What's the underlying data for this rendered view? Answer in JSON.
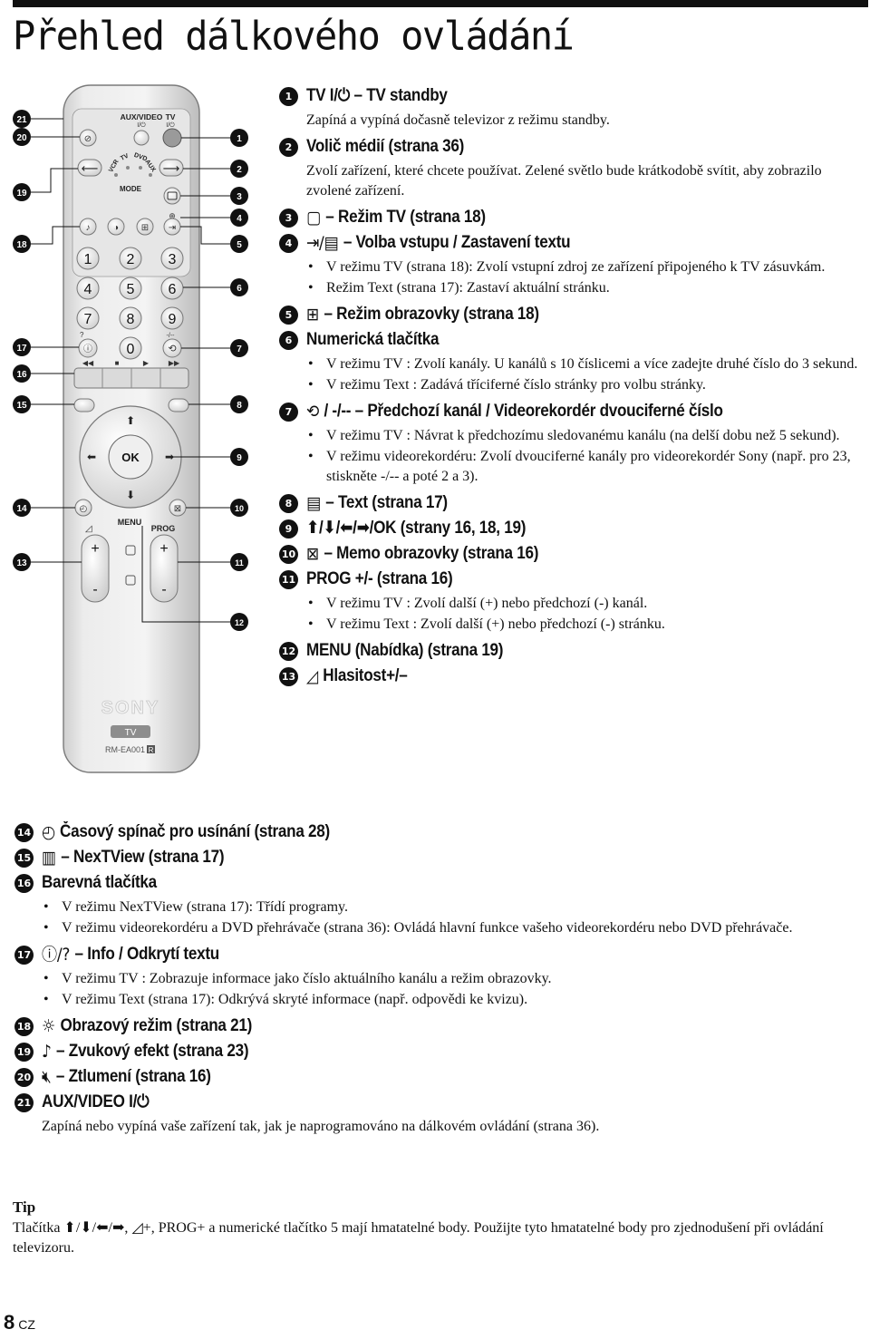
{
  "page": {
    "title": "Přehled dálkového ovládání",
    "page_number": "8",
    "language": "CZ"
  },
  "remote": {
    "brand": "SONY",
    "model_label": "TV",
    "model_code": "RM-EA001",
    "model_badge": "R",
    "labels": {
      "aux_video": "AUX/VIDEO",
      "tv": "TV",
      "mode": "MODE",
      "menu": "MENU",
      "prog": "PROG",
      "ok": "OK",
      "plus": "+",
      "minus": "-",
      "av_double": "-/--",
      "power_symbol": "I/⏻",
      "media": [
        "VCR",
        "TV",
        "DVD",
        "AUX"
      ]
    },
    "digits": [
      "1",
      "2",
      "3",
      "4",
      "5",
      "6",
      "7",
      "8",
      "9",
      "0"
    ],
    "left_callouts": [
      "21",
      "20",
      "19",
      "18",
      "17",
      "16",
      "15",
      "14",
      "13"
    ],
    "right_callouts": [
      "1",
      "2",
      "3",
      "4",
      "5",
      "6",
      "7",
      "8",
      "9",
      "10",
      "11",
      "12"
    ]
  },
  "items_right": [
    {
      "marker": "1",
      "icon": "",
      "heading": "TV I/⏻ – TV standby",
      "desc": "Zapíná a vypíná dočasně televizor z režimu standby.",
      "bullets": []
    },
    {
      "marker": "2",
      "icon": "",
      "heading": "Volič médií (strana 36)",
      "desc": "Zvolí zařízení, které chcete používat. Zelené světlo bude krátkodobě svítit, aby zobrazilo zvolené zařízení.",
      "bullets": []
    },
    {
      "marker": "3",
      "icon": "▢",
      "heading": "– Režim TV (strana 18)",
      "desc": "",
      "bullets": []
    },
    {
      "marker": "4",
      "icon": "⇥/▤",
      "heading": "– Volba vstupu / Zastavení textu",
      "desc": "",
      "bullets": [
        "V režimu TV (strana 18): Zvolí vstupní zdroj ze zařízení připojeného k TV zásuvkám.",
        "Režim Text (strana 17): Zastaví aktuální stránku."
      ]
    },
    {
      "marker": "5",
      "icon": "⊞",
      "heading": "– Režim obrazovky (strana 18)",
      "desc": "",
      "bullets": []
    },
    {
      "marker": "6",
      "icon": "",
      "heading": "Numerická tlačítka",
      "desc": "",
      "bullets": [
        "V režimu TV : Zvolí kanály. U kanálů s 10 číslicemi a více zadejte druhé číslo do 3 sekund.",
        "V režimu Text : Zadává tříciferné číslo stránky pro volbu stránky."
      ]
    },
    {
      "marker": "7",
      "icon": "⟲",
      "heading": "/ -/-- – Předchozí kanál / Videorekordér dvouciferné číslo",
      "desc": "",
      "bullets": [
        "V režimu TV : Návrat k předchozímu sledovanému kanálu (na delší dobu než 5 sekund).",
        "V režimu videorekordéru: Zvolí dvouciferné kanály pro videorekordér Sony (např. pro 23, stiskněte -/-- a poté 2 a 3)."
      ]
    },
    {
      "marker": "8",
      "icon": "▤",
      "heading": "– Text (strana 17)",
      "desc": "",
      "bullets": []
    },
    {
      "marker": "9",
      "icon": "",
      "heading": "⬆/⬇/⬅/➡/OK (strany 16, 18, 19)",
      "desc": "",
      "bullets": []
    },
    {
      "marker": "10",
      "icon": "⊠",
      "heading": "– Memo obrazovky (strana 16)",
      "desc": "",
      "bullets": []
    },
    {
      "marker": "11",
      "icon": "",
      "heading": "PROG +/- (strana 16)",
      "desc": "",
      "bullets": [
        "V režimu TV : Zvolí další (+) nebo předchozí (-) kanál.",
        "V režimu Text : Zvolí další (+) nebo předchozí (-) stránku."
      ]
    },
    {
      "marker": "12",
      "icon": "",
      "heading": "MENU (Nabídka) (strana 19)",
      "desc": "",
      "bullets": []
    },
    {
      "marker": "13",
      "icon": "◿",
      "heading": "Hlasitost+/–",
      "desc": "",
      "bullets": []
    }
  ],
  "items_bottom": [
    {
      "marker": "14",
      "icon": "◴",
      "heading": "Časový spínač pro usínání (strana 28)",
      "desc": "",
      "bullets": []
    },
    {
      "marker": "15",
      "icon": "▥",
      "heading": "– NexTView (strana 17)",
      "desc": "",
      "bullets": []
    },
    {
      "marker": "16",
      "icon": "",
      "heading": "Barevná tlačítka",
      "desc": "",
      "bullets": [
        "V režimu NexTView (strana 17): Třídí programy.",
        "V režimu videorekordéru a DVD přehrávače (strana 36): Ovládá hlavní funkce vašeho videorekordéru nebo DVD přehrávače."
      ]
    },
    {
      "marker": "17",
      "icon": "ⓘ/?",
      "heading": "– Info / Odkrytí textu",
      "desc": "",
      "bullets": [
        "V režimu TV : Zobrazuje informace jako číslo aktuálního kanálu a režim obrazovky.",
        "V režimu Text (strana 17): Odkrývá skryté informace (např. odpovědi ke kvizu)."
      ]
    },
    {
      "marker": "18",
      "icon": "☼",
      "heading": "Obrazový režim (strana 21)",
      "desc": "",
      "bullets": []
    },
    {
      "marker": "19",
      "icon": "♪",
      "heading": "– Zvukový efekt (strana 23)",
      "desc": "",
      "bullets": []
    },
    {
      "marker": "20",
      "icon": "🔇︎",
      "heading": "– Ztlumení (strana 16)",
      "desc": "",
      "bullets": []
    },
    {
      "marker": "21",
      "icon": "",
      "heading": "AUX/VIDEO I/⏻",
      "desc": "Zapíná nebo vypíná vaše zařízení tak, jak je naprogramováno na dálkovém ovládání (strana 36).",
      "bullets": []
    }
  ],
  "tip": {
    "title": "Tip",
    "text": "Tlačítka ⬆/⬇/⬅/➡, ◿+, PROG+ a numerické tlačítko 5 mají hmatatelné body. Použijte tyto hmatatelné body pro zjednodušení při ovládání televizoru."
  }
}
